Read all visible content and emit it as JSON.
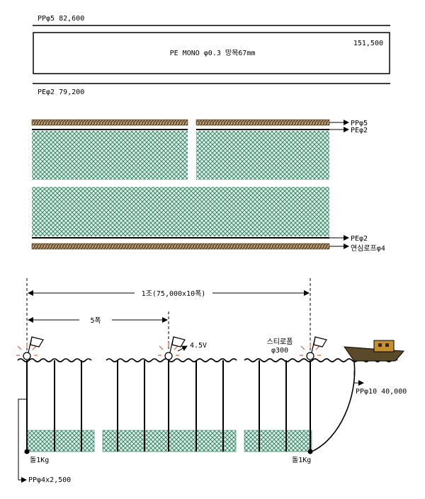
{
  "top_spec": {
    "top_label": "PPφ5  82,600",
    "box_price": "151,500",
    "box_label": "PE MONO φ0.3 망목67mm",
    "bottom_label": "PEφ2  79,200"
  },
  "net_diagram": {
    "label_pp5": "PPφ5",
    "label_pe2_top": "PEφ2",
    "label_pe2_bottom": "PEφ2",
    "label_lead_rope": "연심로프φ4"
  },
  "layout_diagram": {
    "one_set_label": "1조(75,000x10폭)",
    "five_width_label": "5폭",
    "voltage_label": "4.5V",
    "float_name": "스티로폼",
    "float_size": "φ300",
    "boat_rope_label": "PPφ10  40,000",
    "stone_left": "돌1Kg",
    "stone_right": "돌1Kg",
    "ground_rope_label": "PPφ4x2,500"
  },
  "colors": {
    "net": "#2e7d62",
    "net_bg": "#dcefe6",
    "rope_fill": "#c9b08a",
    "rope_stripe": "#5a4020",
    "boat_hull": "#5a4a2a",
    "boat_cabin": "#c8902a",
    "flash": "#e05a20"
  }
}
